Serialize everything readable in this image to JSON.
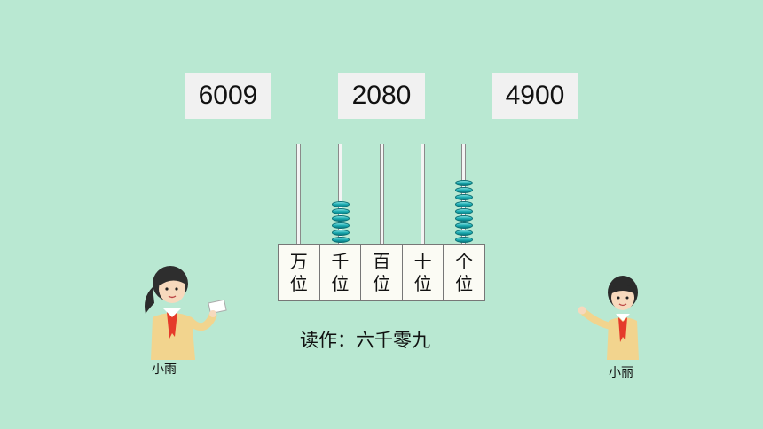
{
  "cards": [
    "6009",
    "2080",
    "4900"
  ],
  "abacus": {
    "labels": [
      {
        "top": "万",
        "bottom": "位"
      },
      {
        "top": "千",
        "bottom": "位"
      },
      {
        "top": "百",
        "bottom": "位"
      },
      {
        "top": "十",
        "bottom": "位"
      },
      {
        "top": "个",
        "bottom": "位"
      }
    ],
    "beads": [
      0,
      6,
      0,
      0,
      9
    ]
  },
  "reading": "读作：六千零九",
  "characters": {
    "left_name": "小雨",
    "right_name": "小丽"
  },
  "colors": {
    "background": "#b9e8d2",
    "bead": "#18a8ae",
    "card": "#f1f1f1"
  }
}
